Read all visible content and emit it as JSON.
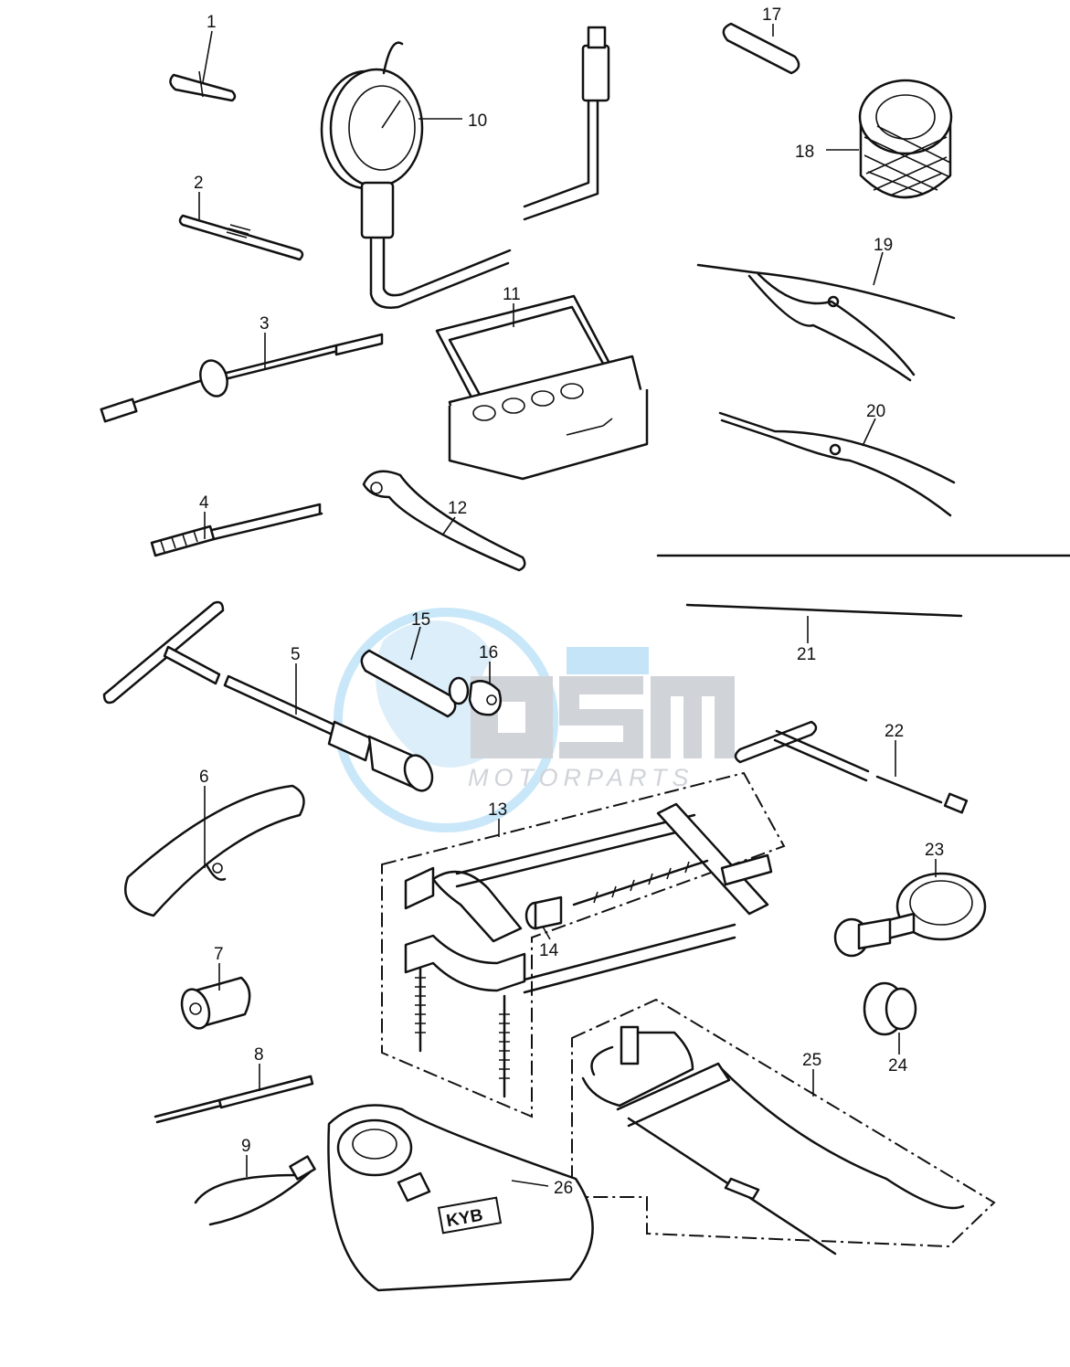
{
  "labels": [
    "1",
    "2",
    "3",
    "4",
    "5",
    "6",
    "7",
    "8",
    "9",
    "10",
    "11",
    "12",
    "13",
    "14",
    "15",
    "16",
    "17",
    "18",
    "19",
    "20",
    "21",
    "22",
    "23",
    "24",
    "25",
    "26"
  ],
  "watermark": {
    "brand": "OSM",
    "sub": "MOTORPARTS",
    "color_globe": "#9fd3f3",
    "color_text": "#c8ccd2"
  },
  "stamp_text": "KYB"
}
